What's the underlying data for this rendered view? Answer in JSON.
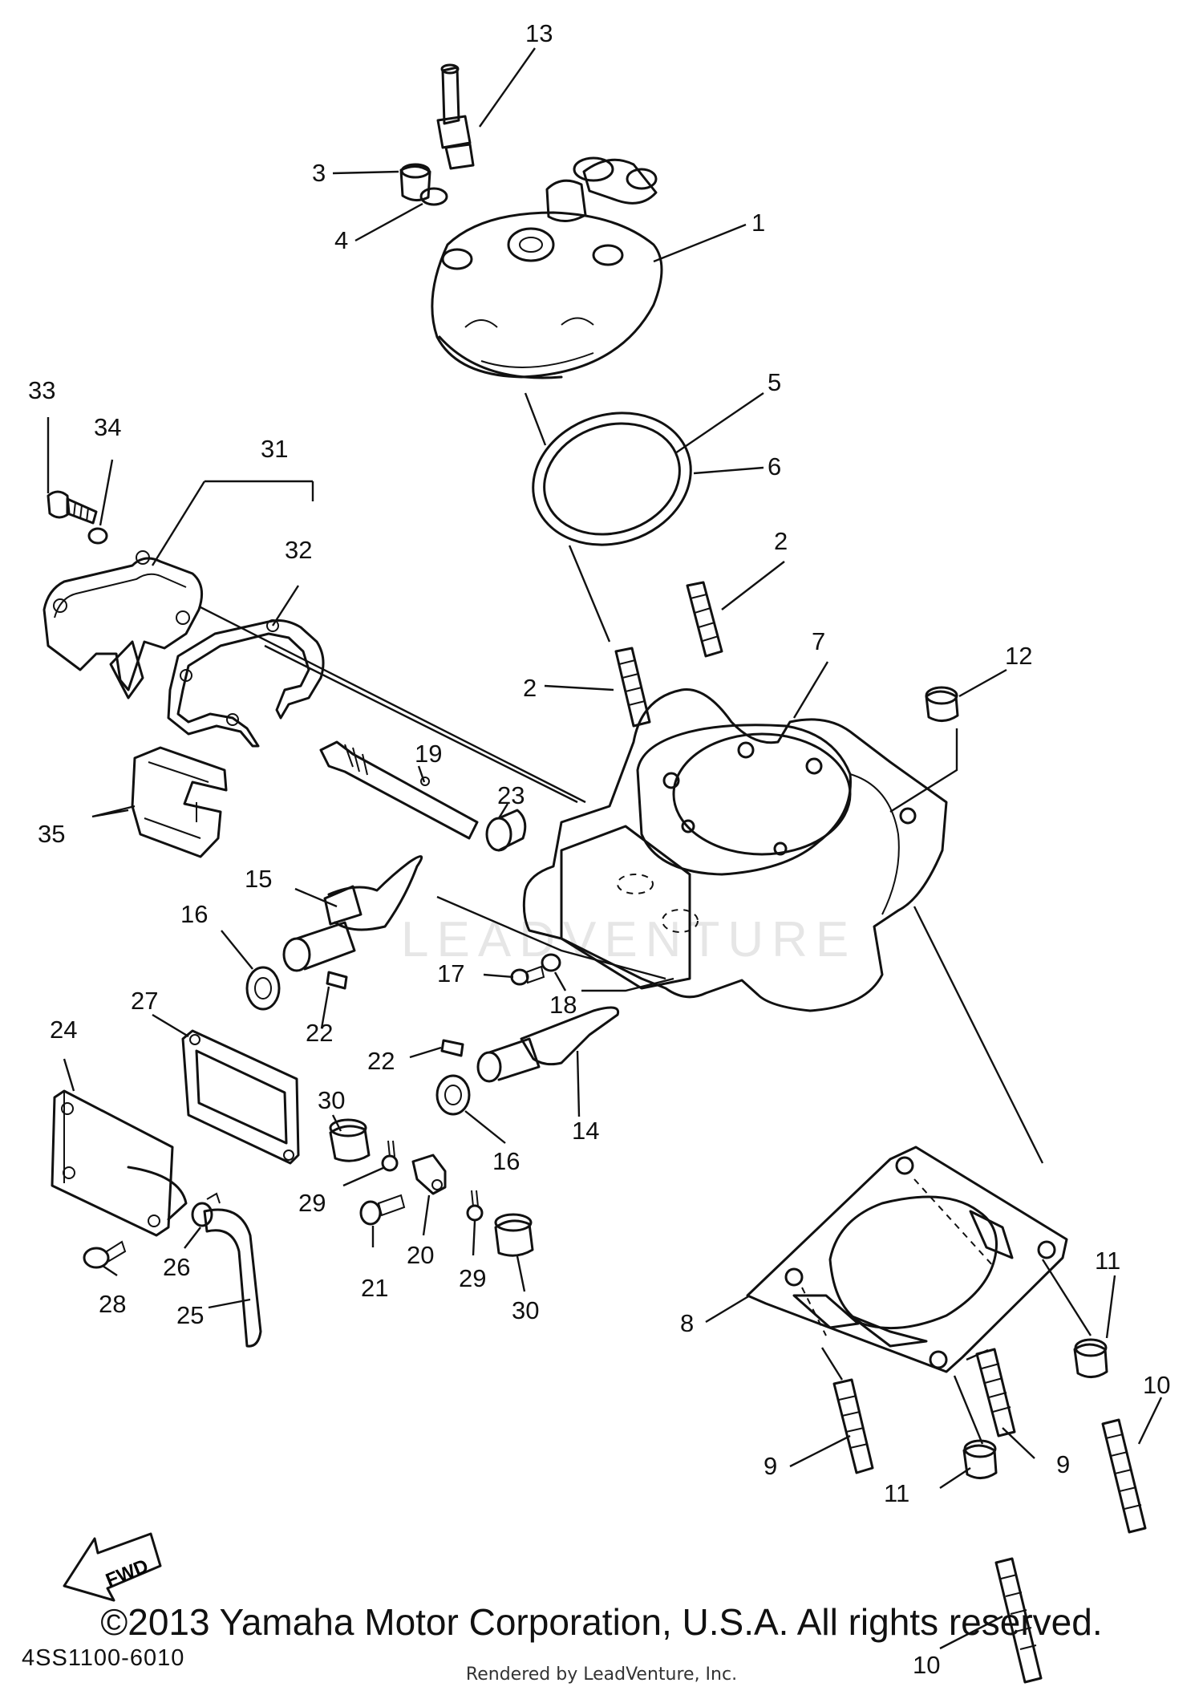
{
  "diagram": {
    "callouts": [
      "1",
      "2",
      "3",
      "4",
      "5",
      "6",
      "7",
      "8",
      "9",
      "10",
      "11",
      "12",
      "13",
      "14",
      "15",
      "16",
      "17",
      "18",
      "19",
      "20",
      "21",
      "22",
      "23",
      "24",
      "25",
      "26",
      "27",
      "28",
      "29",
      "30",
      "31",
      "32",
      "33",
      "34",
      "35"
    ],
    "fwd_label": "FWD",
    "watermark": "LEADVENTURE",
    "figure_code": "4SS1100-6010"
  },
  "footer": {
    "copyright": "©2013 Yamaha Motor Corporation, U.S.A. All rights reserved.",
    "rendered_by": "Rendered by LeadVenture, Inc."
  }
}
